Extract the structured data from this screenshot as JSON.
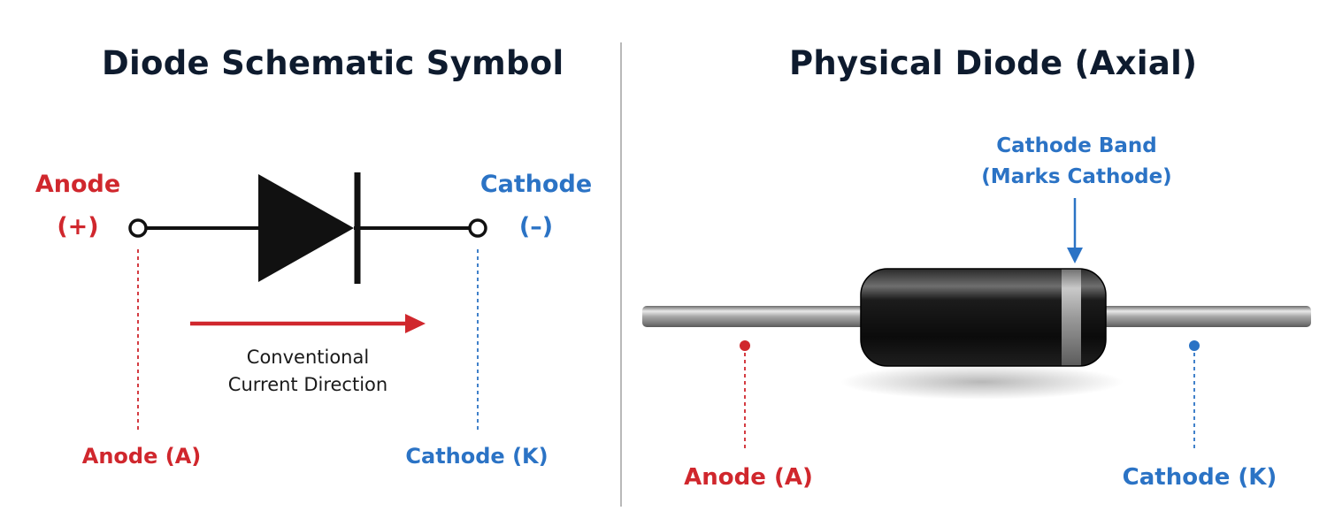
{
  "titles": {
    "left": "Diode Schematic Symbol",
    "right": "Physical Diode (Axial)"
  },
  "schematic": {
    "anode_label": "Anode",
    "anode_sign": "(+)",
    "cathode_label": "Cathode",
    "cathode_sign": "(–)",
    "current_line1": "Conventional",
    "current_line2": "Current Direction",
    "anode_terminal": "Anode (A)",
    "cathode_terminal": "Cathode (K)"
  },
  "physical": {
    "band_line1": "Cathode Band",
    "band_line2": "(Marks Cathode)",
    "anode_terminal": "Anode (A)",
    "cathode_terminal": "Cathode (K)"
  },
  "colors": {
    "anode": "#d0272d",
    "cathode": "#2b73c5",
    "title": "#0e1b2e",
    "divider": "#b9b9b9"
  }
}
